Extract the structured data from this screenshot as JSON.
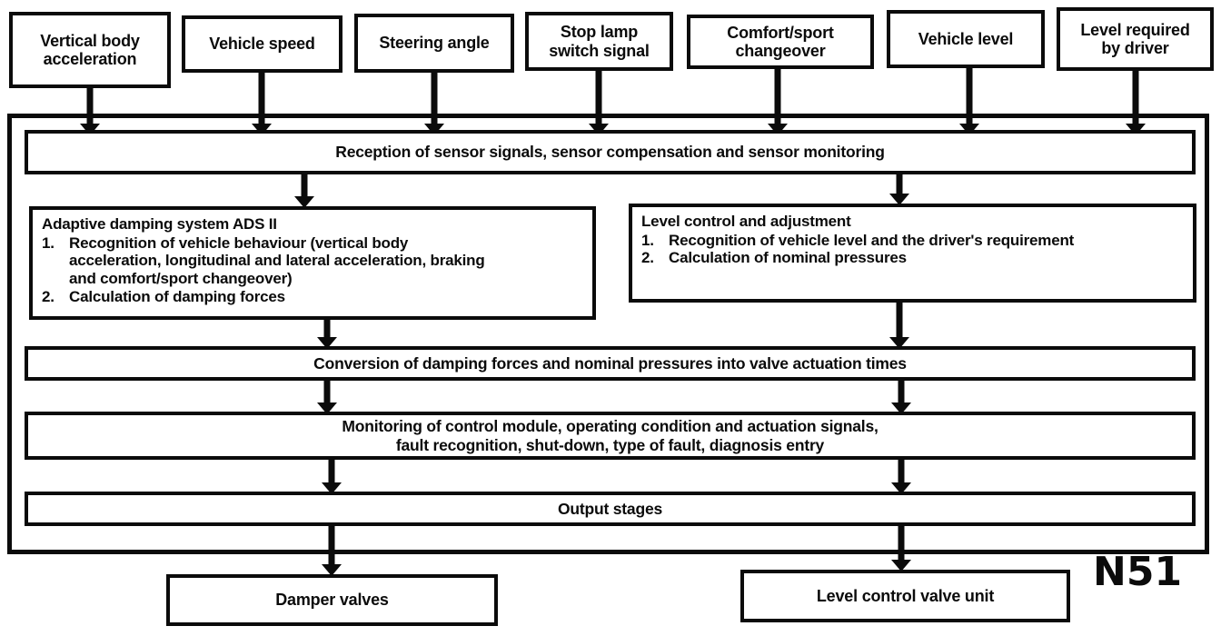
{
  "colors": {
    "ink": "#0b0b0b",
    "paper": "#ffffff"
  },
  "inputs": [
    {
      "id": "vertical-body-acceleration",
      "label": "Vertical body\nacceleration"
    },
    {
      "id": "vehicle-speed",
      "label": "Vehicle speed"
    },
    {
      "id": "steering-angle",
      "label": "Steering angle"
    },
    {
      "id": "stop-lamp-switch-signal",
      "label": "Stop lamp\nswitch signal"
    },
    {
      "id": "comfort-sport-changeover",
      "label": "Comfort/sport\nchangeover"
    },
    {
      "id": "vehicle-level",
      "label": "Vehicle level"
    },
    {
      "id": "level-required-by-driver",
      "label": "Level required\nby driver"
    }
  ],
  "control_module": {
    "designation": "N51",
    "reception": "Reception of sensor signals, sensor compensation and sensor monitoring",
    "ads": {
      "title": "Adaptive damping system ADS II",
      "items": [
        {
          "num": "1.",
          "text": "Recognition of vehicle behaviour (vertical body\nacceleration, longitudinal and lateral acceleration, braking\nand comfort/sport changeover)"
        },
        {
          "num": "2.",
          "text": "Calculation of damping forces"
        }
      ]
    },
    "level_control": {
      "title": "Level control and adjustment",
      "items": [
        {
          "num": "1.",
          "text": "Recognition of vehicle level and the driver's requirement"
        },
        {
          "num": "2.",
          "text": "Calculation of nominal pressures"
        }
      ]
    },
    "conversion": "Conversion of damping forces and nominal pressures into valve actuation times",
    "monitoring": "Monitoring of control module, operating condition and actuation signals,\nfault recognition, shut-down, type of fault, diagnosis entry",
    "output_stages": "Output stages"
  },
  "outputs": [
    {
      "id": "damper-valves",
      "label": "Damper valves"
    },
    {
      "id": "level-control-valve-unit",
      "label": "Level control valve unit"
    }
  ]
}
